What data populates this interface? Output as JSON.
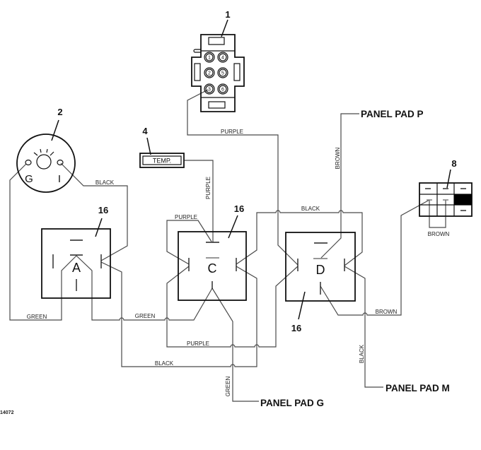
{
  "figure": {
    "id_number": "14072"
  },
  "callouts": {
    "connector_1": "1",
    "ignition_2": "2",
    "temp_sender_4": "4",
    "connector_8": "8",
    "relay_a": "16",
    "relay_c": "16",
    "relay_d": "16"
  },
  "connector_1": {
    "pins": [
      "1",
      "4",
      "2",
      "5",
      "3",
      "6"
    ]
  },
  "ignition": {
    "terminal_g": "G",
    "terminal_i": "I"
  },
  "temp_sender": {
    "label": "TEMP."
  },
  "relays": {
    "a": "A",
    "c": "C",
    "d": "D"
  },
  "panel_pads": {
    "p": "PANEL PAD P",
    "g": "PANEL PAD G",
    "m": "PANEL PAD M"
  },
  "wire_labels": {
    "connector1_to_relay_d": "PURPLE",
    "ignition_to_relay_a": "BLACK",
    "temp_to_relay_c": "PURPLE",
    "relay_c_loop": "PURPLE",
    "relay_c_to_relay_d": "BLACK",
    "pad_p_to_relay_d": "BROWN",
    "connector8_jumper": "BROWN",
    "ignition_g_to_relay_a": "GREEN",
    "relay_a_to_relay_c": "GREEN",
    "relay_c_to_relay_d_bottom": "PURPLE",
    "relay_a_to_relay_c_bottom": "BLACK",
    "relay_c_to_pad_g": "GREEN",
    "relay_d_to_connector8": "BROWN",
    "relay_d_to_pad_m": "BLACK"
  },
  "wire_colors": {
    "PURPLE": "#4a4a4a",
    "BLACK": "#4a4a4a",
    "BROWN": "#4a4a4a",
    "GREEN": "#4a4a4a"
  }
}
